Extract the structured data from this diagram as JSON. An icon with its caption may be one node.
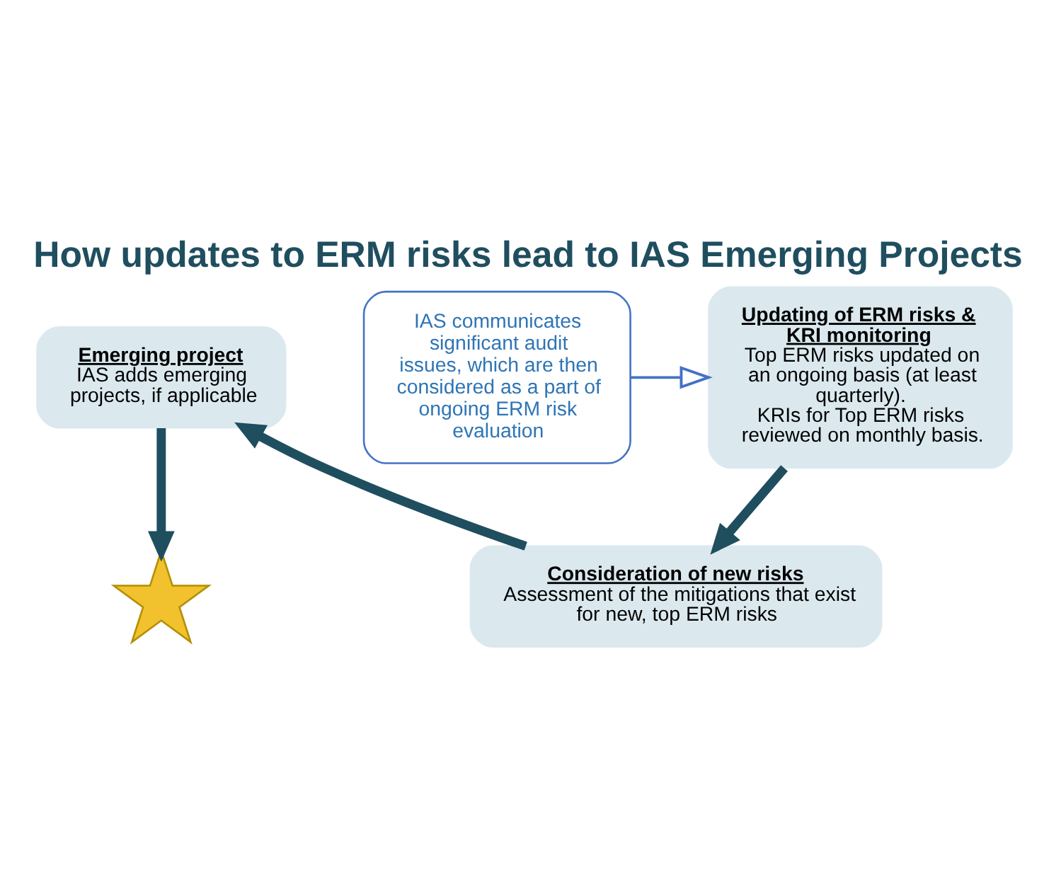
{
  "diagram": {
    "title": "How updates to ERM risks lead to IAS Emerging Projects",
    "nodes": [
      {
        "text": [
          "Updating of ERM risks & KRI monitoring",
          "Top ERM risks updated on an ongoing basis (at least quarterly).",
          "KRIs for Top ERM risks reviewed on monthly basis."
        ]
      },
      {
        "text": [
          "Consideration of new risks",
          "Assessment of the mitigations that exist for new, top ERM risks"
        ]
      },
      {
        "text": [
          "Emerging project",
          "IAS adds emerging projects, if applicable"
        ]
      },
      {
        "text": [
          "IAS communicates significant audit issues, which are then considered as a part of ongoing ERM risk evaluation"
        ]
      },
      {
        "text": [],
        "shape": "star"
      }
    ],
    "edges": [
      {
        "from": 0,
        "to": 1,
        "arrow": "to"
      },
      {
        "from": 1,
        "to": 2,
        "arrow": "to"
      },
      {
        "from": 2,
        "to": 4,
        "arrow": "to"
      },
      {
        "from": 3,
        "to": 0,
        "arrow": "to",
        "color": "#4472c4"
      }
    ]
  }
}
